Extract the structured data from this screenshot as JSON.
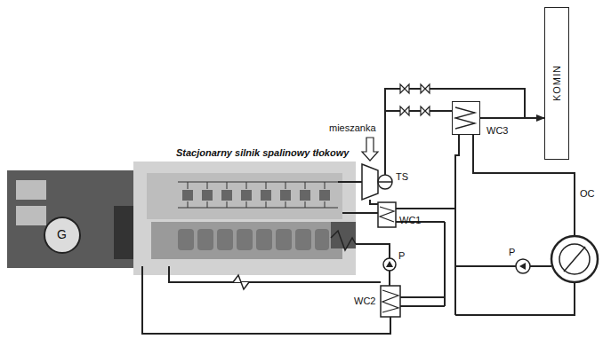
{
  "diagram": {
    "nodes": [
      {
        "text": [
          "KOMIN"
        ]
      },
      {
        "text": [
          "WC3"
        ]
      }
    ],
    "edges": [
      {
        "from": 1,
        "to": 0,
        "arrow": "to"
      }
    ],
    "labels": [
      "mieszanka",
      "Stacjonarny silnik spalinowy tłokowy",
      "TS",
      "WC1",
      "WC2",
      "P",
      "P",
      "OC",
      "G"
    ]
  }
}
